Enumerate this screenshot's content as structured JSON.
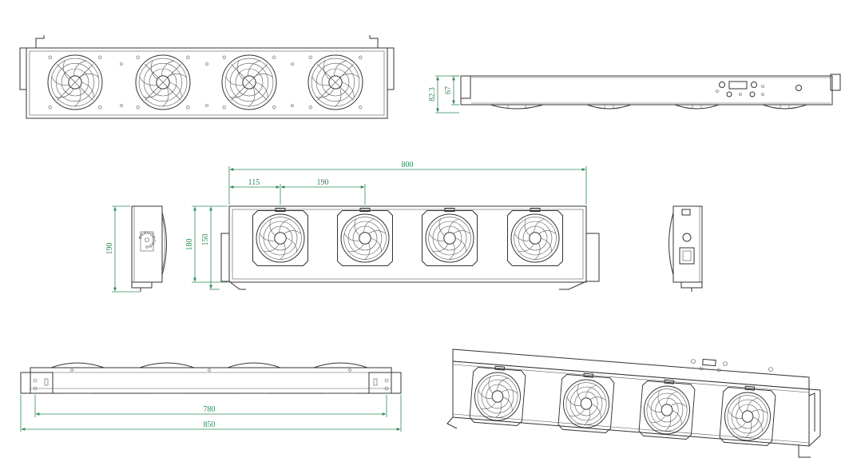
{
  "colors": {
    "line": "#333333",
    "dimension": "#2e8b57",
    "background": "#ffffff"
  },
  "dimensions": {
    "side_height_total": "82.3",
    "side_height_body": "67",
    "overall_width": "800",
    "edge_to_fan": "115",
    "fan_pitch": "190",
    "end_height": "190",
    "front_height_total": "180",
    "front_height_body": "150",
    "mount_spacing": "780",
    "overall_length": "850"
  },
  "views": {
    "top": {
      "fan_count": 4
    },
    "side": {
      "fan_count": 4
    },
    "front": {
      "fan_count": 4
    },
    "bottom": {
      "fan_count": 4
    },
    "isometric": {
      "fan_count": 4
    }
  }
}
